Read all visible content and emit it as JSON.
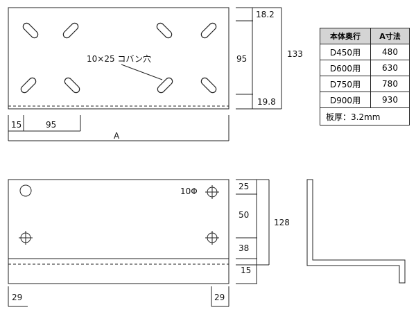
{
  "top_view": {
    "slot_label": "10×25 コバン穴",
    "dim_right_top": "18.2",
    "dim_right_mid": "95",
    "dim_right_bottom": "19.8",
    "dim_right_total": "133",
    "dim_bottom_offset": "15",
    "dim_bottom_pitch": "95",
    "dim_bottom_total": "A"
  },
  "spec_table": {
    "headers": [
      "本体奥行",
      "A寸法"
    ],
    "rows": [
      [
        "D450用",
        "480"
      ],
      [
        "D600用",
        "630"
      ],
      [
        "D750用",
        "780"
      ],
      [
        "D900用",
        "930"
      ]
    ],
    "note": "板厚：3.2mm"
  },
  "front_view": {
    "hole_label": "10Φ",
    "dim_right_1": "25",
    "dim_right_2": "50",
    "dim_right_3": "38",
    "dim_right_4": "15",
    "dim_right_total": "128",
    "dim_left": "29",
    "dim_right_edge": "29"
  }
}
